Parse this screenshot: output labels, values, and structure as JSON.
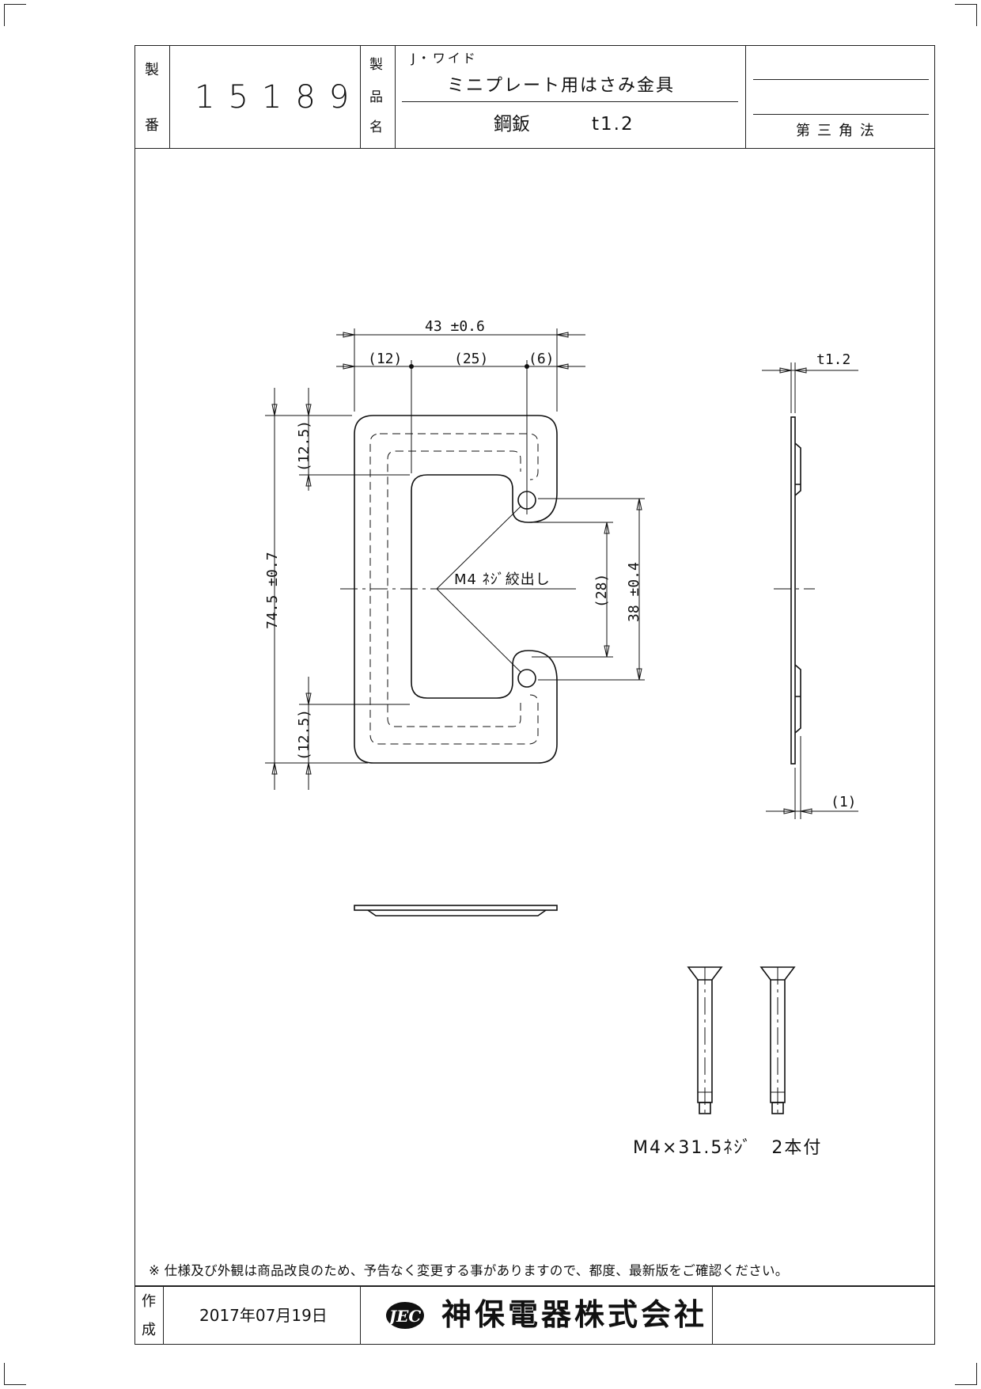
{
  "title_block": {
    "seiban_label_1": "製",
    "seiban_label_2": "番",
    "part_number": "15189",
    "product_label_1": "製",
    "product_label_2": "品",
    "product_label_3": "名",
    "product_series": "J・ワイド",
    "product_name": "ミニプレート用はさみ金具",
    "material": "鋼鈑",
    "thickness": "t1.2",
    "projection": "第三角法"
  },
  "dimensions": {
    "width_total": "43 ±0.6",
    "seg_left": "(12)",
    "seg_mid": "(25)",
    "seg_right": "(6)",
    "height_total": "74.5 ±0.7",
    "top_offset": "(12.5)",
    "bottom_offset": "(12.5)",
    "hole_pitch_ref": "(28)",
    "hole_pitch": "38 ±0.4",
    "hole_note": "M4 ﾈｼﾞ絞出し",
    "side_thickness": "t1.2",
    "side_offset": "(1)"
  },
  "screws": {
    "caption": "M4×31.5ﾈｼﾞ　2本付"
  },
  "footer": {
    "disclaimer": "※ 仕様及び外観は商品改良のため、予告なく変更する事がありますので、都度、最新版をご確認ください。",
    "made_label_1": "作",
    "made_label_2": "成",
    "date": "2017年07月19日",
    "logo_text": "JEC",
    "company": "神保電器株式会社"
  }
}
